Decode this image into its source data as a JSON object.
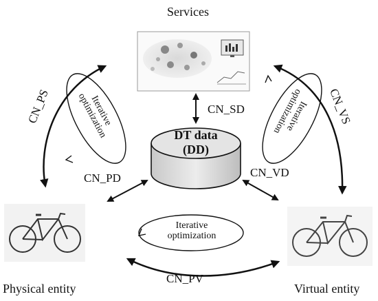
{
  "nodes": {
    "services": {
      "title": "Services"
    },
    "physical": {
      "title": "Physical entity"
    },
    "virtual": {
      "title": "Virtual entity"
    },
    "dt_data": {
      "line1": "DT data",
      "line2": "(DD)"
    }
  },
  "connections": {
    "ps": "CN_PS",
    "vs": "CN_VS",
    "sd": "CN_SD",
    "pd": "CN_PD",
    "vd": "CN_VD",
    "pv": "CN_PV"
  },
  "loops": {
    "left": {
      "line1": "Iterative",
      "line2": "optimization"
    },
    "right": {
      "line1": "Iterative",
      "line2": "optimization"
    },
    "bottom": {
      "line1": "Iterative",
      "line2": "optimization"
    }
  },
  "colors": {
    "ink": "#111111",
    "panel_border": "#9a9a9a",
    "cylinder_fill": "#d8d8d8"
  }
}
